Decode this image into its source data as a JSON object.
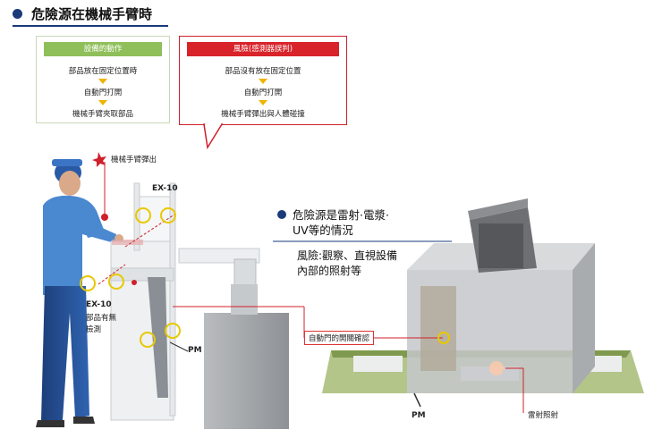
{
  "title": "危險源在機械手臂時",
  "panel_left": {
    "header": "設備的動作",
    "steps": [
      "部品放在固定位置時",
      "自動門打開",
      "機械手臂夾取部品"
    ]
  },
  "panel_right": {
    "header": "風險(感測器誤判)",
    "steps": [
      "部品沒有放在固定位置",
      "自動門打開",
      "機械手臂彈出與人體碰撞"
    ]
  },
  "labels": {
    "arm_popout": "機械手臂彈出",
    "ex10_top": "EX-10",
    "ex10_bottom": "EX-10",
    "part_detect": "部品有無\n檢測",
    "pm_left": "PM",
    "pm_right": "PM",
    "door_check": "自動門的開關確認",
    "laser": "雷射照射"
  },
  "right_section": {
    "heading": "危險源是雷射·電漿·\nUV等的情況",
    "risk": "風險:觀察、直視設備\n內部的照射等"
  },
  "colors": {
    "navy": "#1a3a7a",
    "green_header": "#8fbf5a",
    "red_header": "#d8232a",
    "arrow": "#f0b300",
    "sensor_ring": "#e8c800",
    "red_line": "#d0202b"
  }
}
